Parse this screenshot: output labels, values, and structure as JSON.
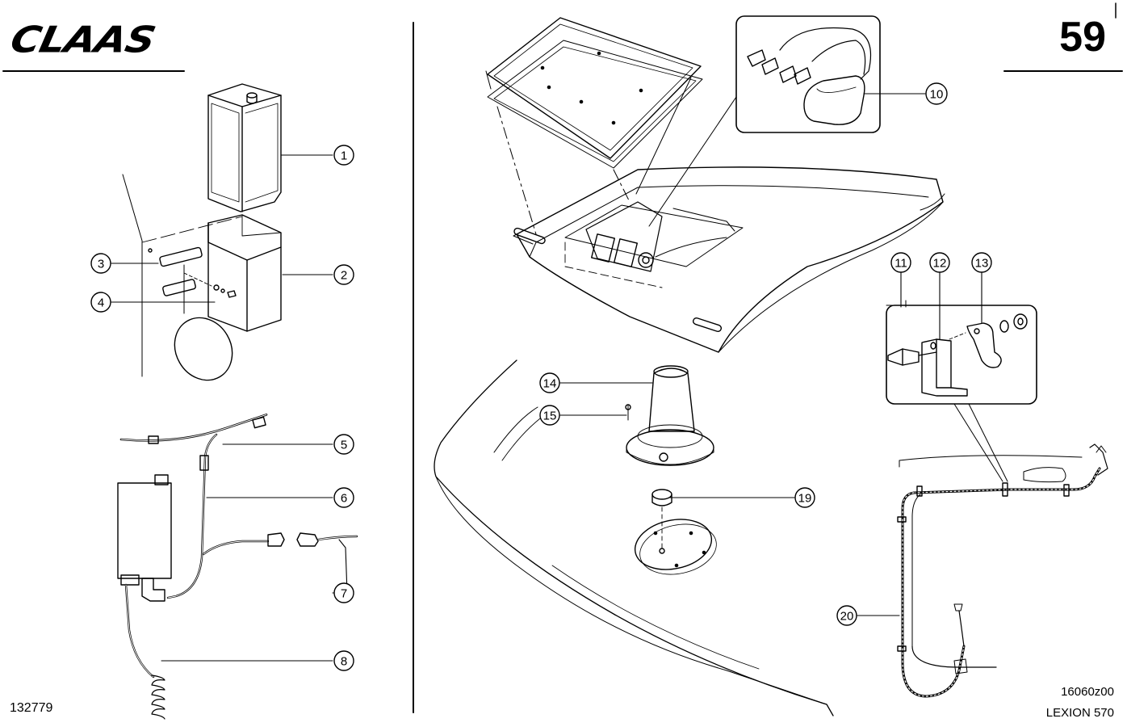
{
  "header": {
    "brand": "CLAAS",
    "page_number": "59"
  },
  "footer": {
    "left_code": "132779",
    "right_code": "16060z00",
    "model": "LEXION 570"
  },
  "callouts": [
    {
      "id": "c1",
      "label": "1"
    },
    {
      "id": "c2",
      "label": "2"
    },
    {
      "id": "c3",
      "label": "3"
    },
    {
      "id": "c4",
      "label": "4"
    },
    {
      "id": "c5",
      "label": "5"
    },
    {
      "id": "c6",
      "label": "6"
    },
    {
      "id": "c7",
      "label": "7"
    },
    {
      "id": "c8",
      "label": "8"
    },
    {
      "id": "c10",
      "label": "10"
    },
    {
      "id": "c11",
      "label": "11"
    },
    {
      "id": "c12",
      "label": "12"
    },
    {
      "id": "c13",
      "label": "13"
    },
    {
      "id": "c14",
      "label": "14"
    },
    {
      "id": "c15",
      "label": "15"
    },
    {
      "id": "c19",
      "label": "19"
    },
    {
      "id": "c20",
      "label": "20"
    }
  ]
}
